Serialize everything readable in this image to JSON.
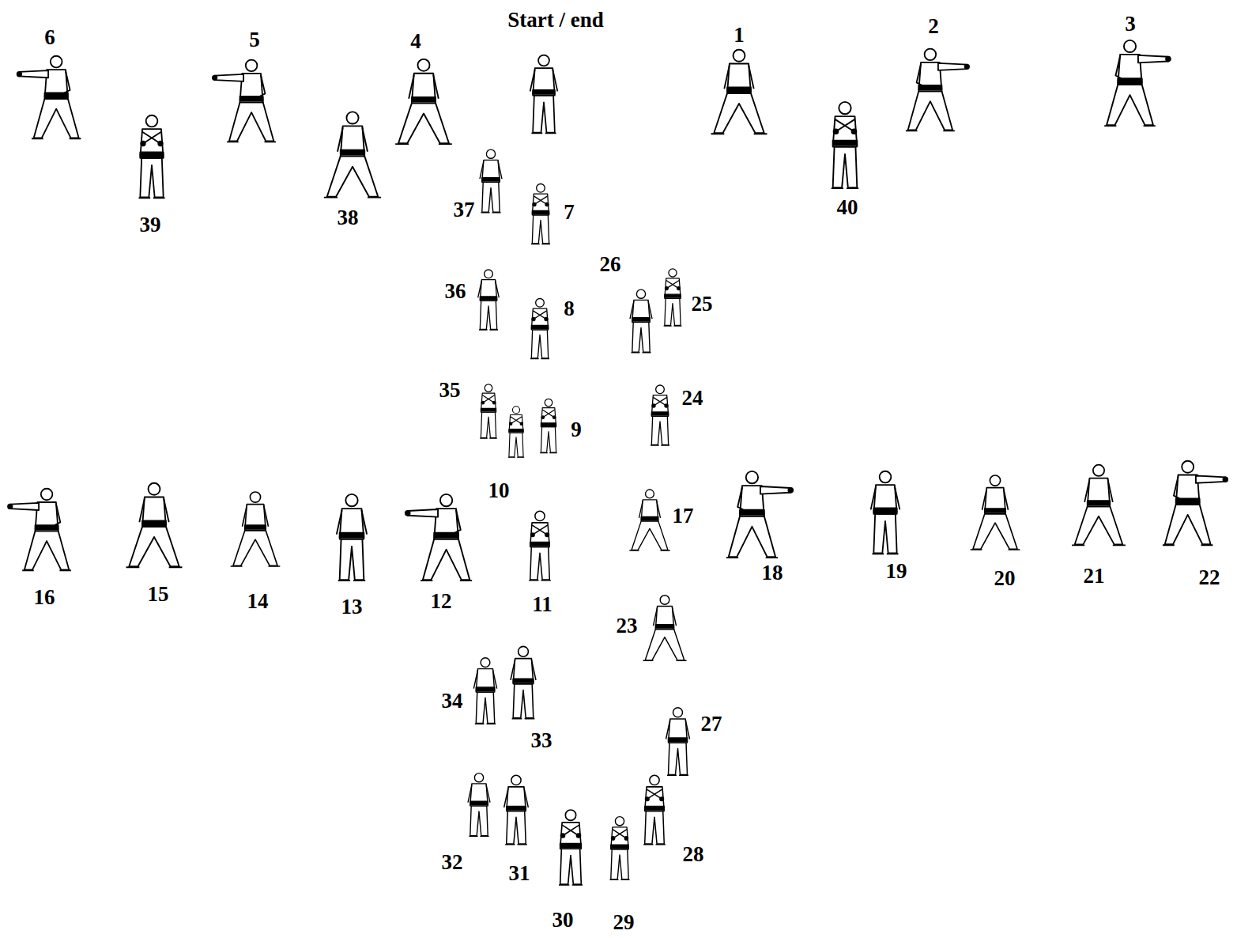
{
  "diagram": {
    "labels": [
      "6",
      "5",
      "4",
      "Start / end",
      "1",
      "2",
      "3",
      "39",
      "38",
      "37",
      "7",
      "40",
      "26",
      "36",
      "25",
      "8",
      "35",
      "24",
      "9",
      "10",
      "16",
      "15",
      "14",
      "13",
      "12",
      "11",
      "17",
      "18",
      "19",
      "20",
      "21",
      "22",
      "23",
      "34",
      "27",
      "33",
      "32",
      "31",
      "28",
      "30",
      "29"
    ]
  }
}
